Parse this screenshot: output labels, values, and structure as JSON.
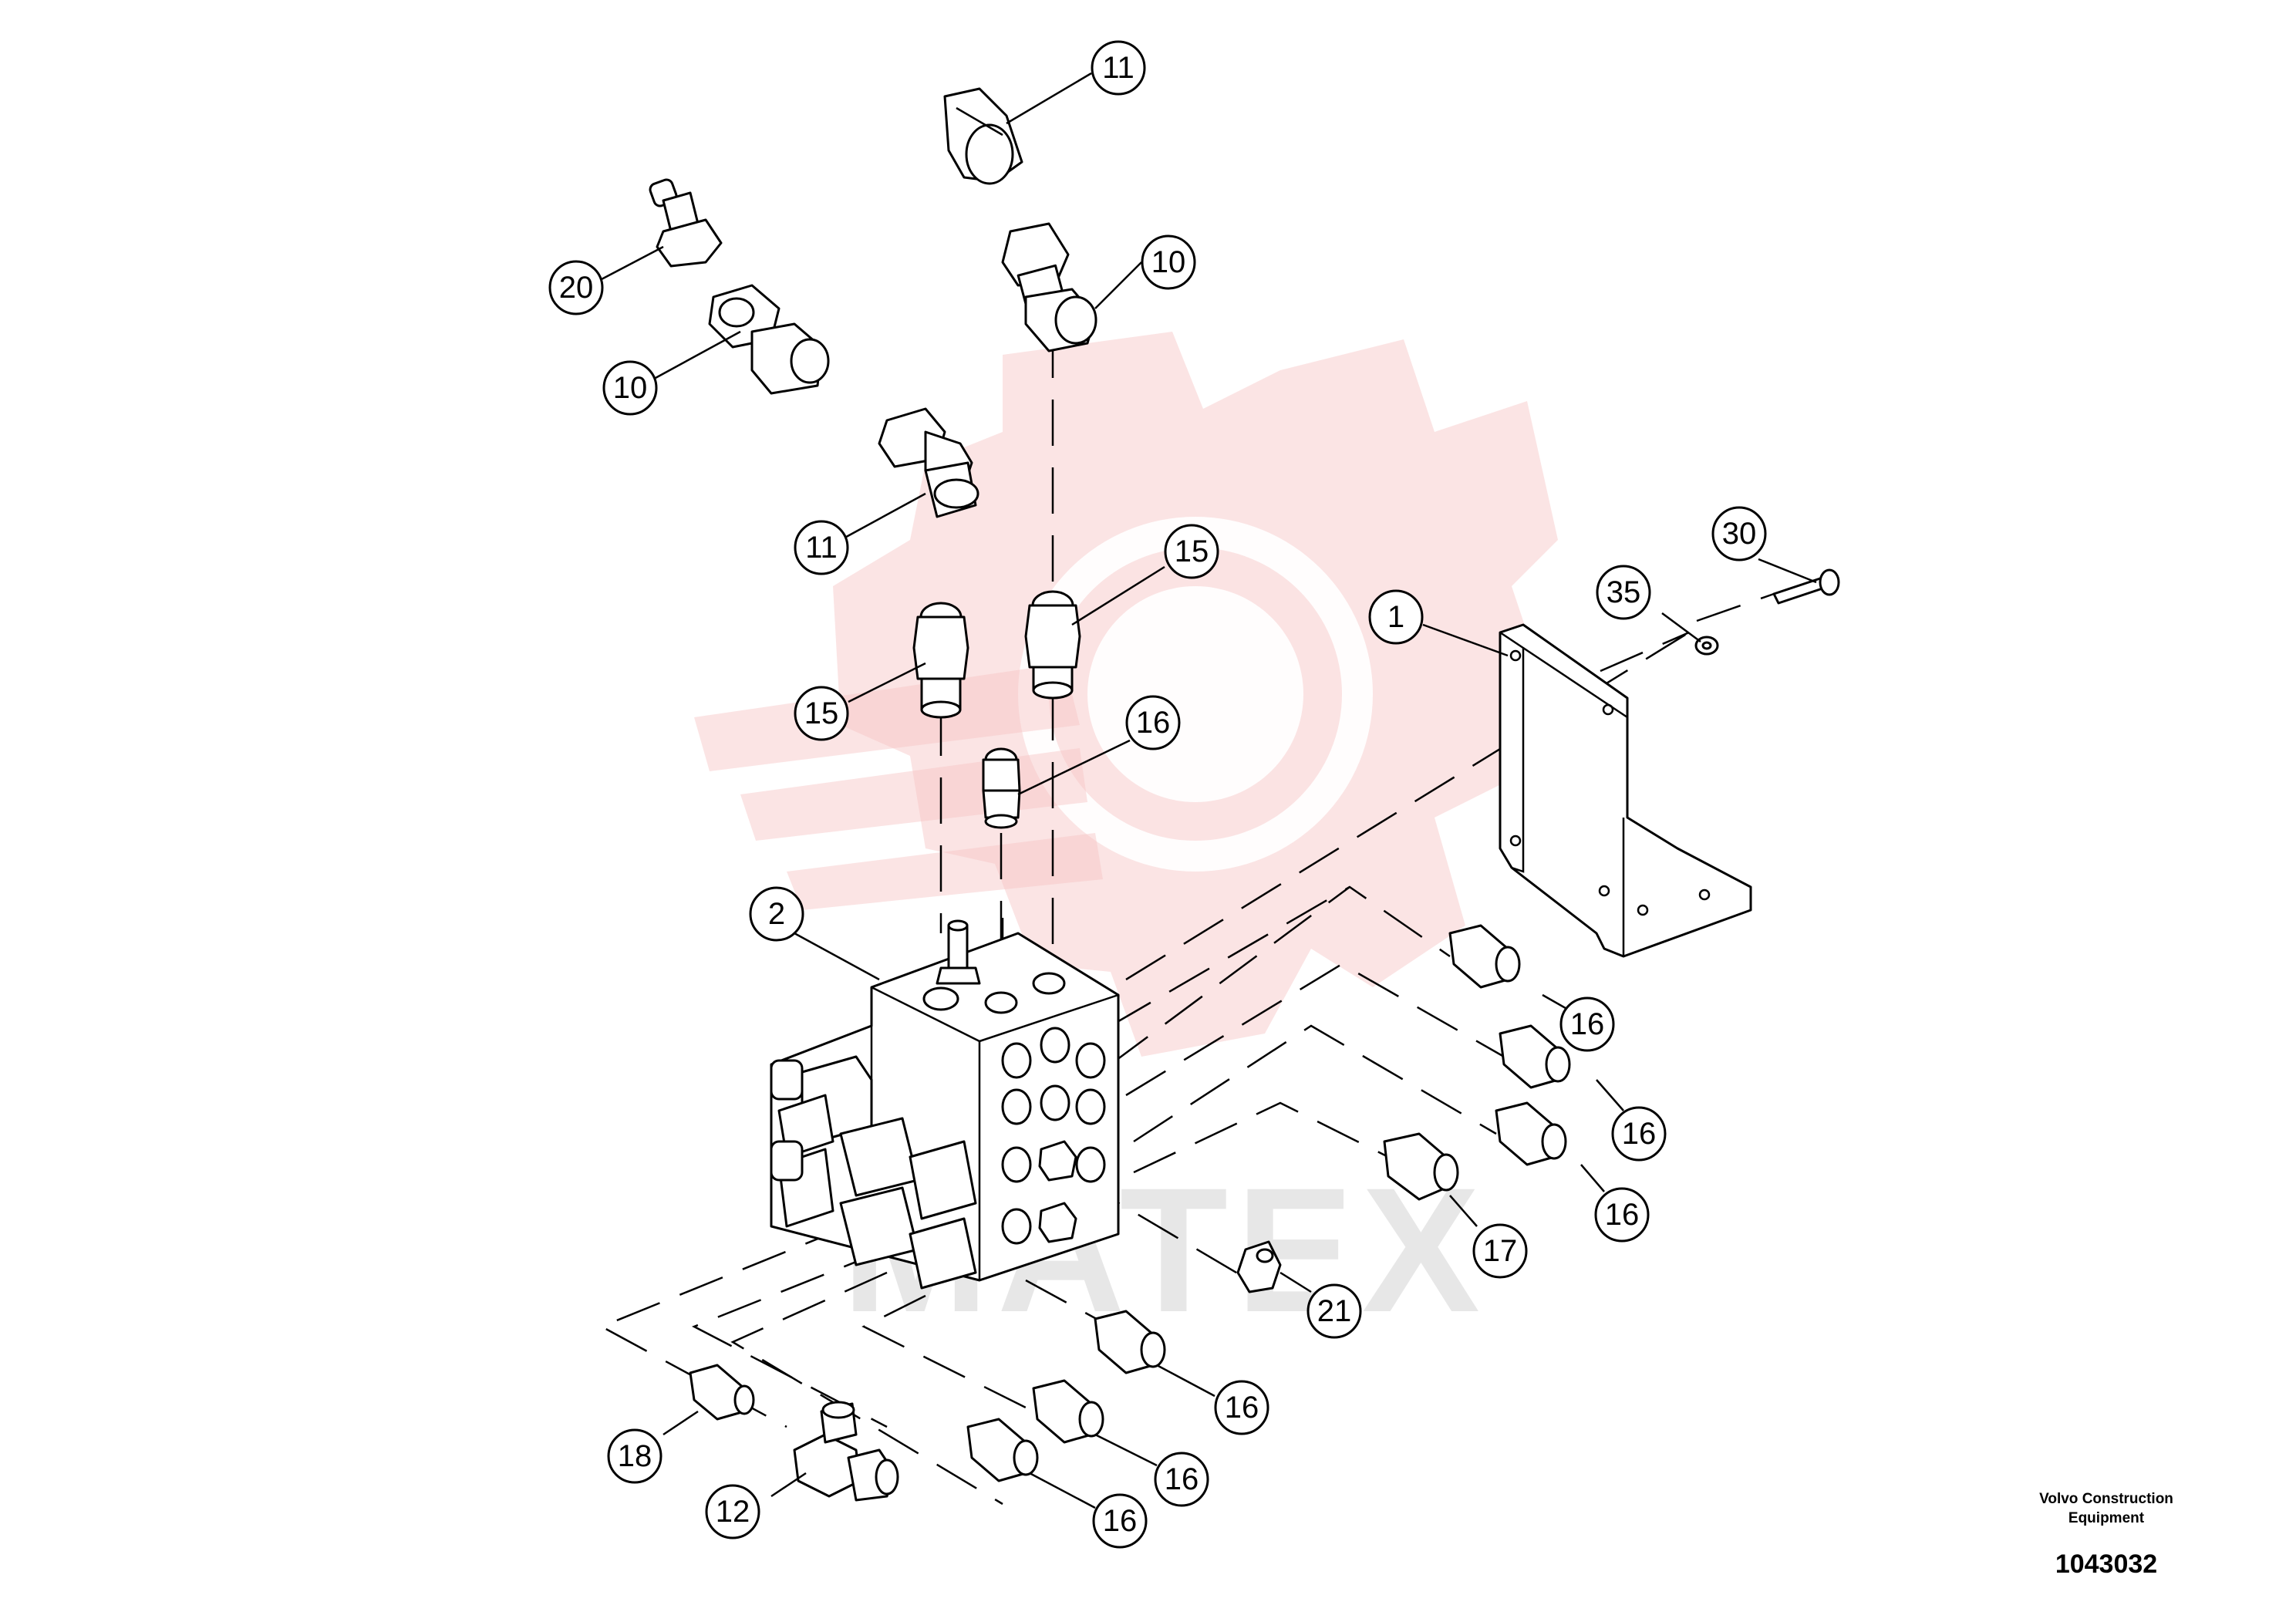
{
  "watermark": {
    "text": "MATEX",
    "color": "#f6c3c3"
  },
  "callouts": [
    {
      "id": "c-11-top",
      "label": "11"
    },
    {
      "id": "c-10-right",
      "label": "10"
    },
    {
      "id": "c-20",
      "label": "20"
    },
    {
      "id": "c-10-left",
      "label": "10"
    },
    {
      "id": "c-11-mid",
      "label": "11"
    },
    {
      "id": "c-15-right",
      "label": "15"
    },
    {
      "id": "c-15-left",
      "label": "15"
    },
    {
      "id": "c-16-top",
      "label": "16"
    },
    {
      "id": "c-30",
      "label": "30"
    },
    {
      "id": "c-35",
      "label": "35"
    },
    {
      "id": "c-1",
      "label": "1"
    },
    {
      "id": "c-2",
      "label": "2"
    },
    {
      "id": "c-16-r1",
      "label": "16"
    },
    {
      "id": "c-16-r2",
      "label": "16"
    },
    {
      "id": "c-16-r3",
      "label": "16"
    },
    {
      "id": "c-17",
      "label": "17"
    },
    {
      "id": "c-21",
      "label": "21"
    },
    {
      "id": "c-16-b1",
      "label": "16"
    },
    {
      "id": "c-16-b2",
      "label": "16"
    },
    {
      "id": "c-16-b3",
      "label": "16"
    },
    {
      "id": "c-18",
      "label": "18"
    },
    {
      "id": "c-12",
      "label": "12"
    }
  ],
  "footer": {
    "company": "Volvo Construction Equipment",
    "document_number": "1043032"
  }
}
